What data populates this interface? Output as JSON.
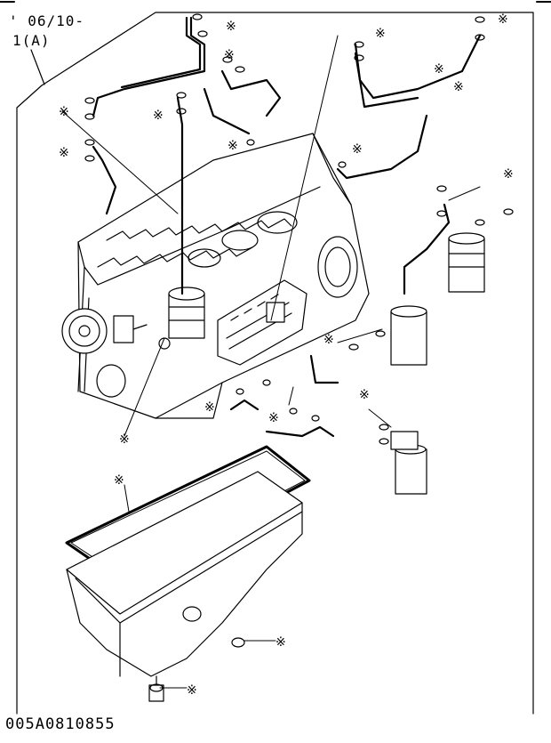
{
  "header": {
    "date_range": "' 06/10-",
    "group_ref": "1(A)"
  },
  "footer": {
    "drawing_number": "005A0810855"
  },
  "callout_symbol": "※",
  "colors": {
    "line": "#000000",
    "background": "#ffffff"
  }
}
